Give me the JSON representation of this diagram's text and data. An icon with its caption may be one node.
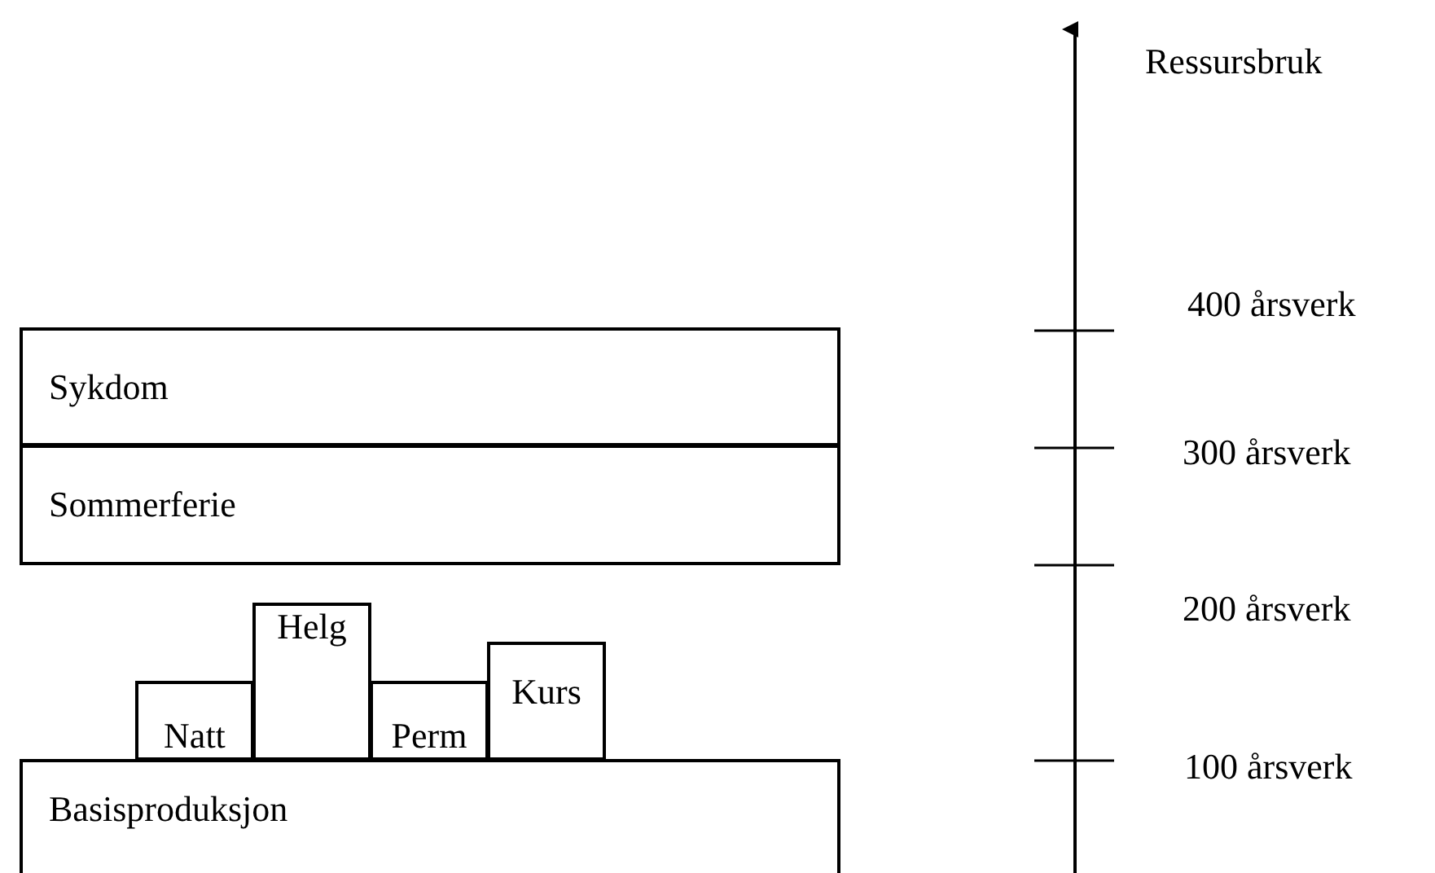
{
  "diagram": {
    "nodes": [
      {
        "text": [
          "Sykdom"
        ]
      },
      {
        "text": [
          "Sommerferie"
        ]
      },
      {
        "text": [
          "Natt"
        ]
      },
      {
        "text": [
          "Helg"
        ]
      },
      {
        "text": [
          "Perm"
        ]
      },
      {
        "text": [
          "Kurs"
        ]
      },
      {
        "text": [
          "Basisproduksjon"
        ]
      }
    ],
    "edges": [],
    "labels": [
      "Ressursbruk",
      "400 årsverk",
      "300 årsverk",
      "200 årsverk",
      "100 årsverk"
    ]
  }
}
